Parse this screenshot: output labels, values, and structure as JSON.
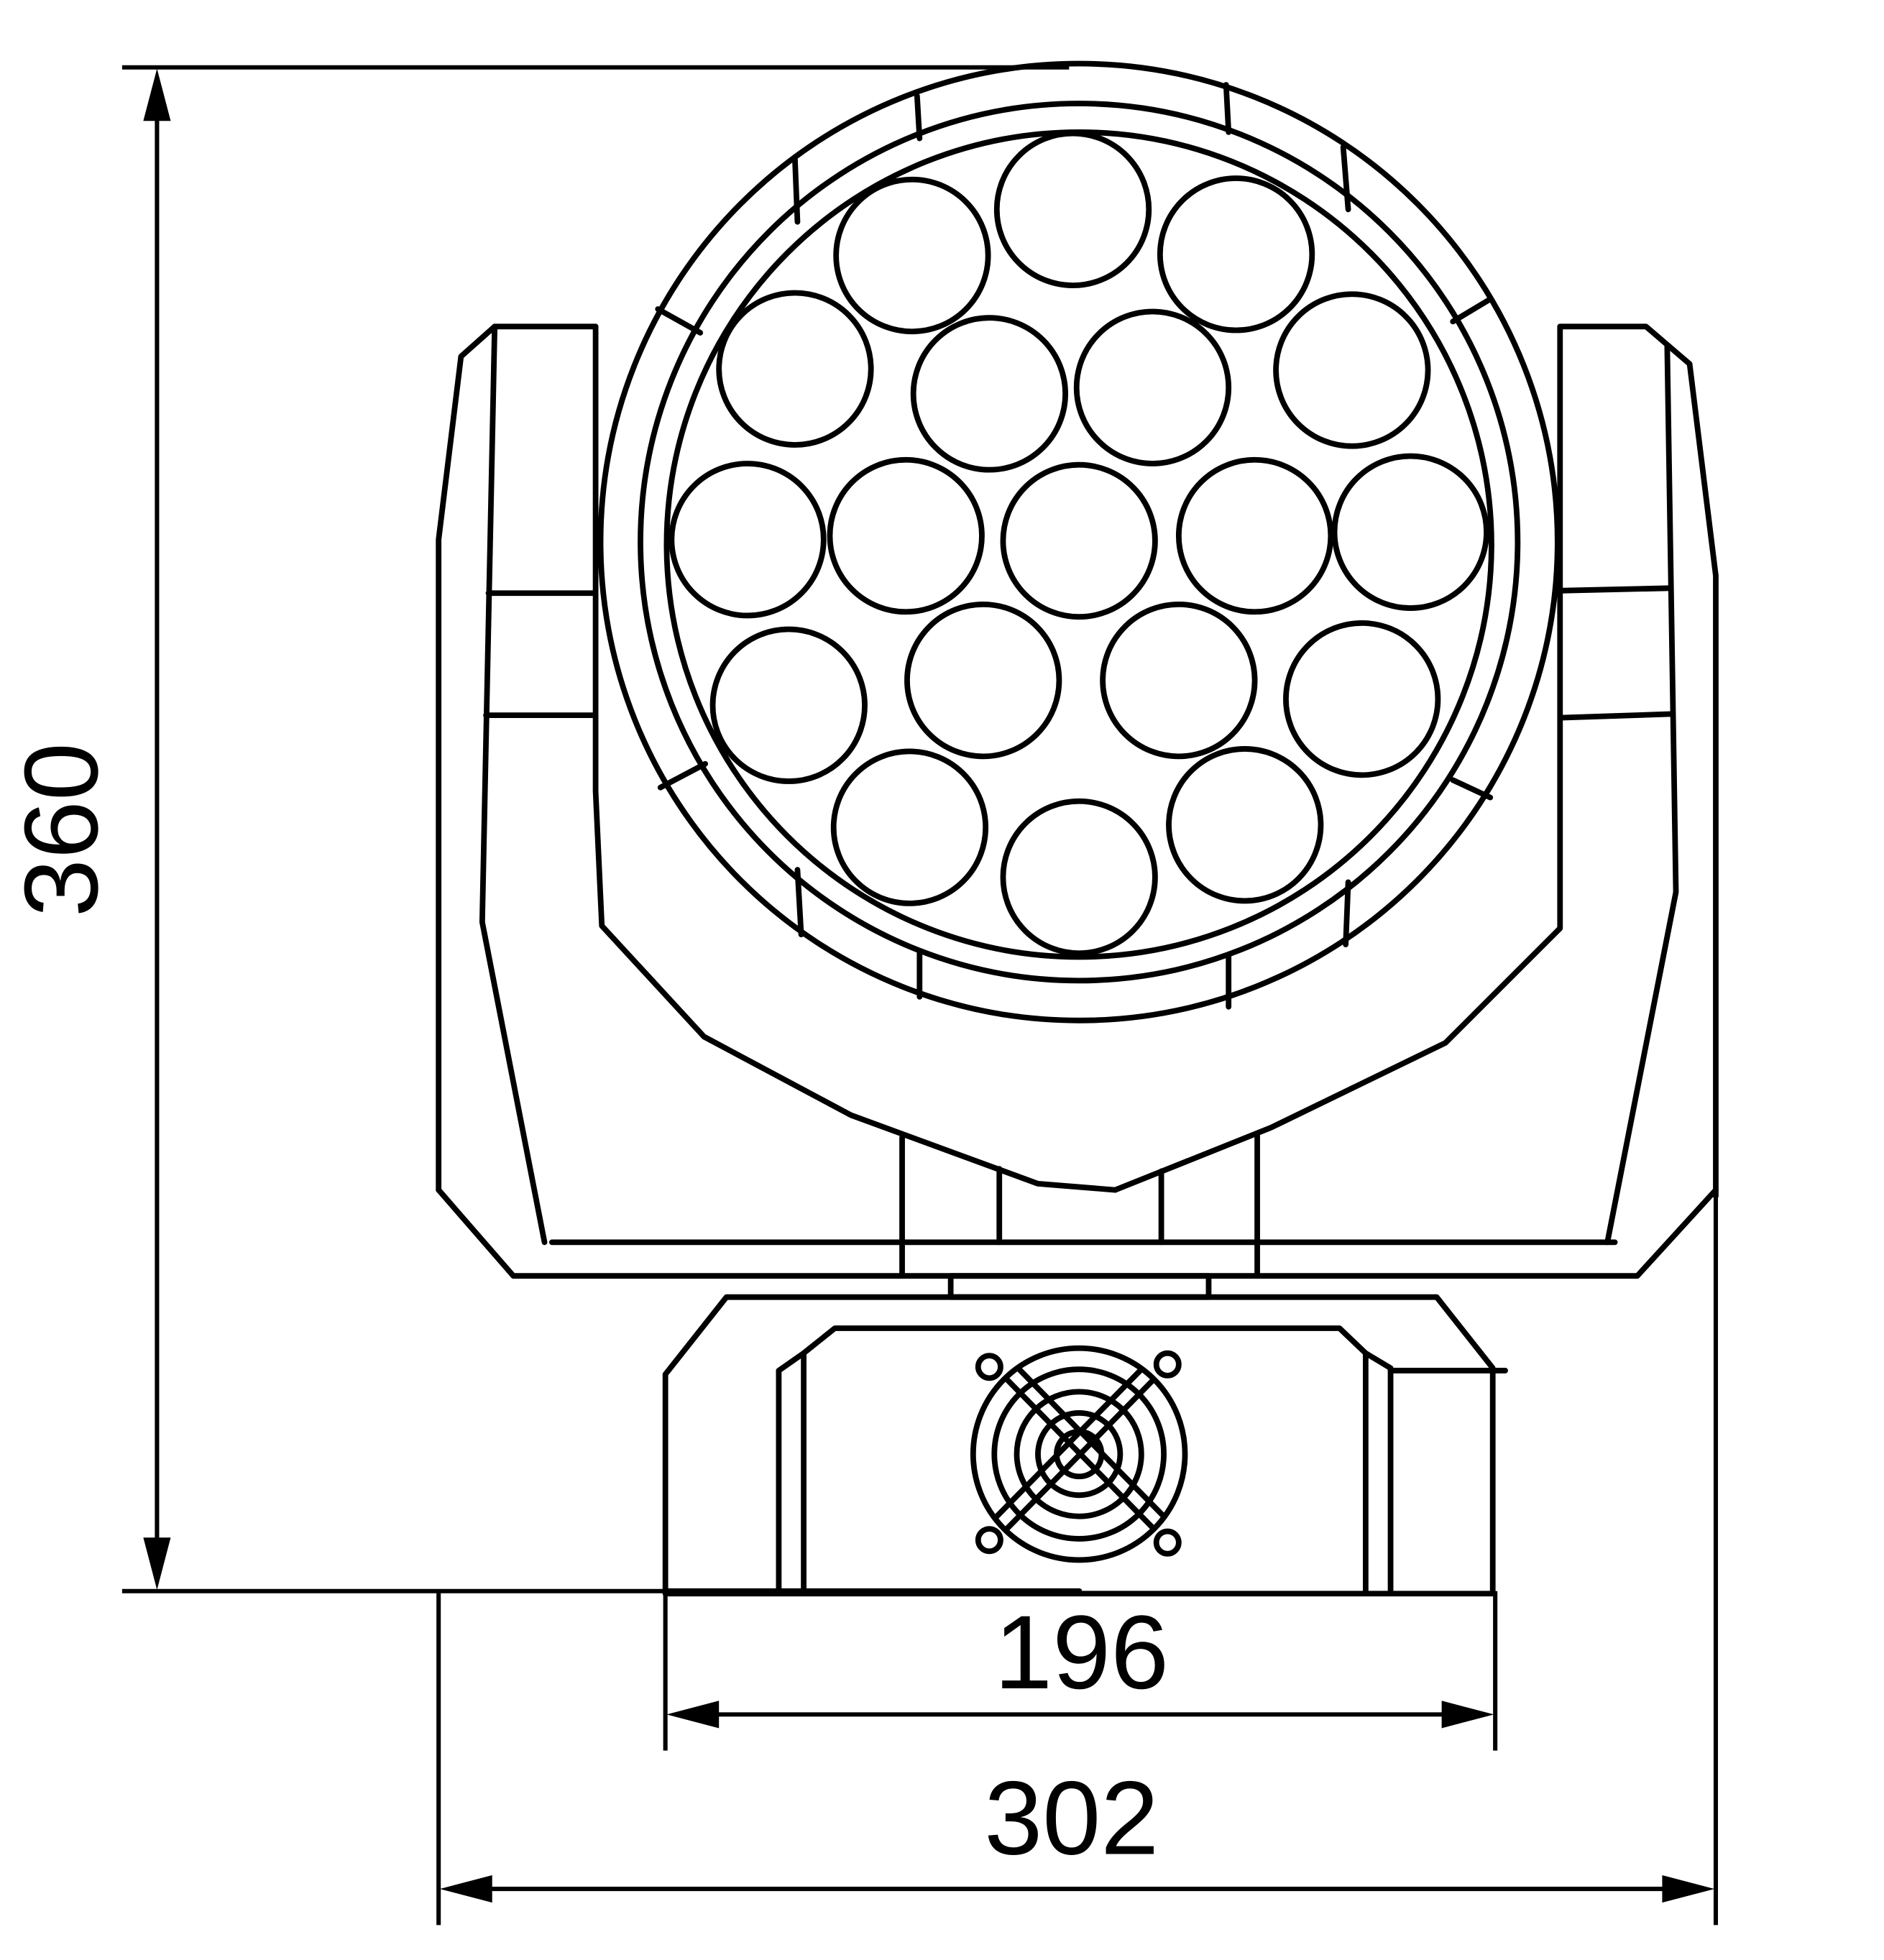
{
  "dimensions": {
    "height_label": "360",
    "base_width_label": "196",
    "overall_width_label": "302"
  },
  "colors": {
    "line": "#000000",
    "background": "#ffffff"
  },
  "parts": {
    "led_count": 19,
    "fan_icon": "fan-grille-icon"
  }
}
